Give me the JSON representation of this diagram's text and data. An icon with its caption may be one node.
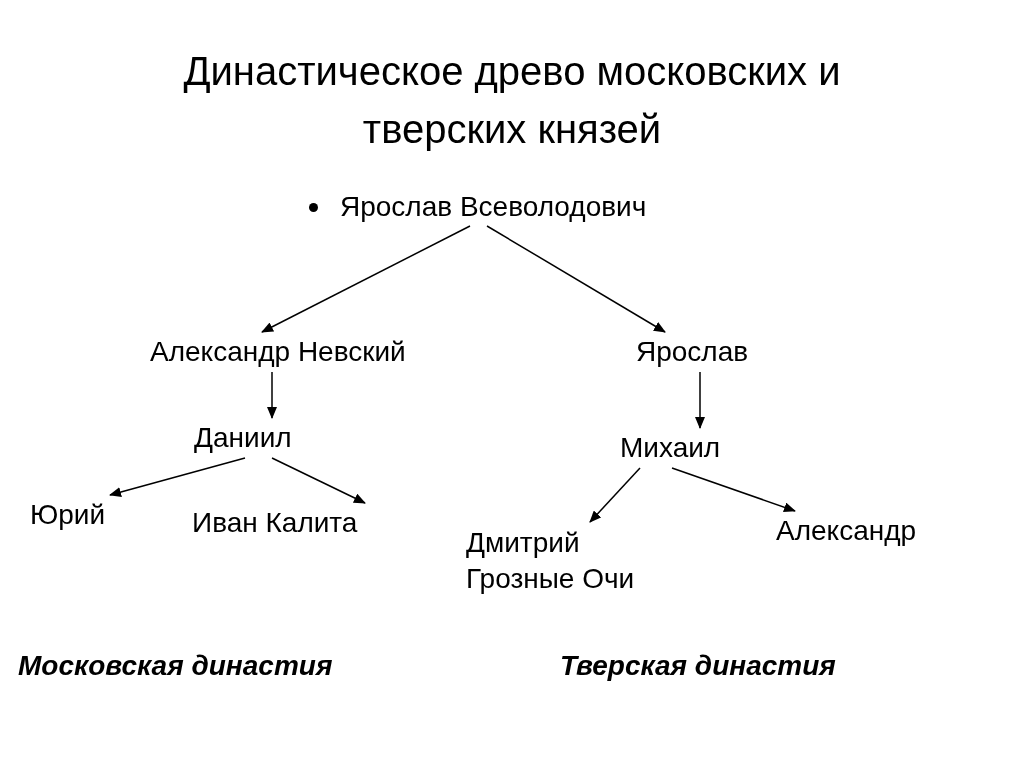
{
  "diagram": {
    "title": "Династическое древо московских и тверских князей",
    "nodes": [
      {
        "text": [
          "Ярослав Всеволодович"
        ]
      },
      {
        "text": [
          "Александр Невский"
        ]
      },
      {
        "text": [
          "Ярослав"
        ]
      },
      {
        "text": [
          "Даниил"
        ]
      },
      {
        "text": [
          "Михаил"
        ]
      },
      {
        "text": [
          "Юрий"
        ]
      },
      {
        "text": [
          "Иван Калита"
        ]
      },
      {
        "text": [
          "Дмитрий Грозные Очи"
        ]
      },
      {
        "text": [
          "Александр"
        ]
      }
    ],
    "edges": [
      {
        "from": 0,
        "to": 1,
        "arrow": "to"
      },
      {
        "from": 0,
        "to": 2,
        "arrow": "to"
      },
      {
        "from": 1,
        "to": 3,
        "arrow": "to"
      },
      {
        "from": 2,
        "to": 4,
        "arrow": "to"
      },
      {
        "from": 3,
        "to": 5,
        "arrow": "to"
      },
      {
        "from": 3,
        "to": 6,
        "arrow": "to"
      },
      {
        "from": 4,
        "to": 7,
        "arrow": "to"
      },
      {
        "from": 4,
        "to": 8,
        "arrow": "to"
      }
    ],
    "labels": [
      "Московская династия",
      "Тверская династия"
    ]
  }
}
